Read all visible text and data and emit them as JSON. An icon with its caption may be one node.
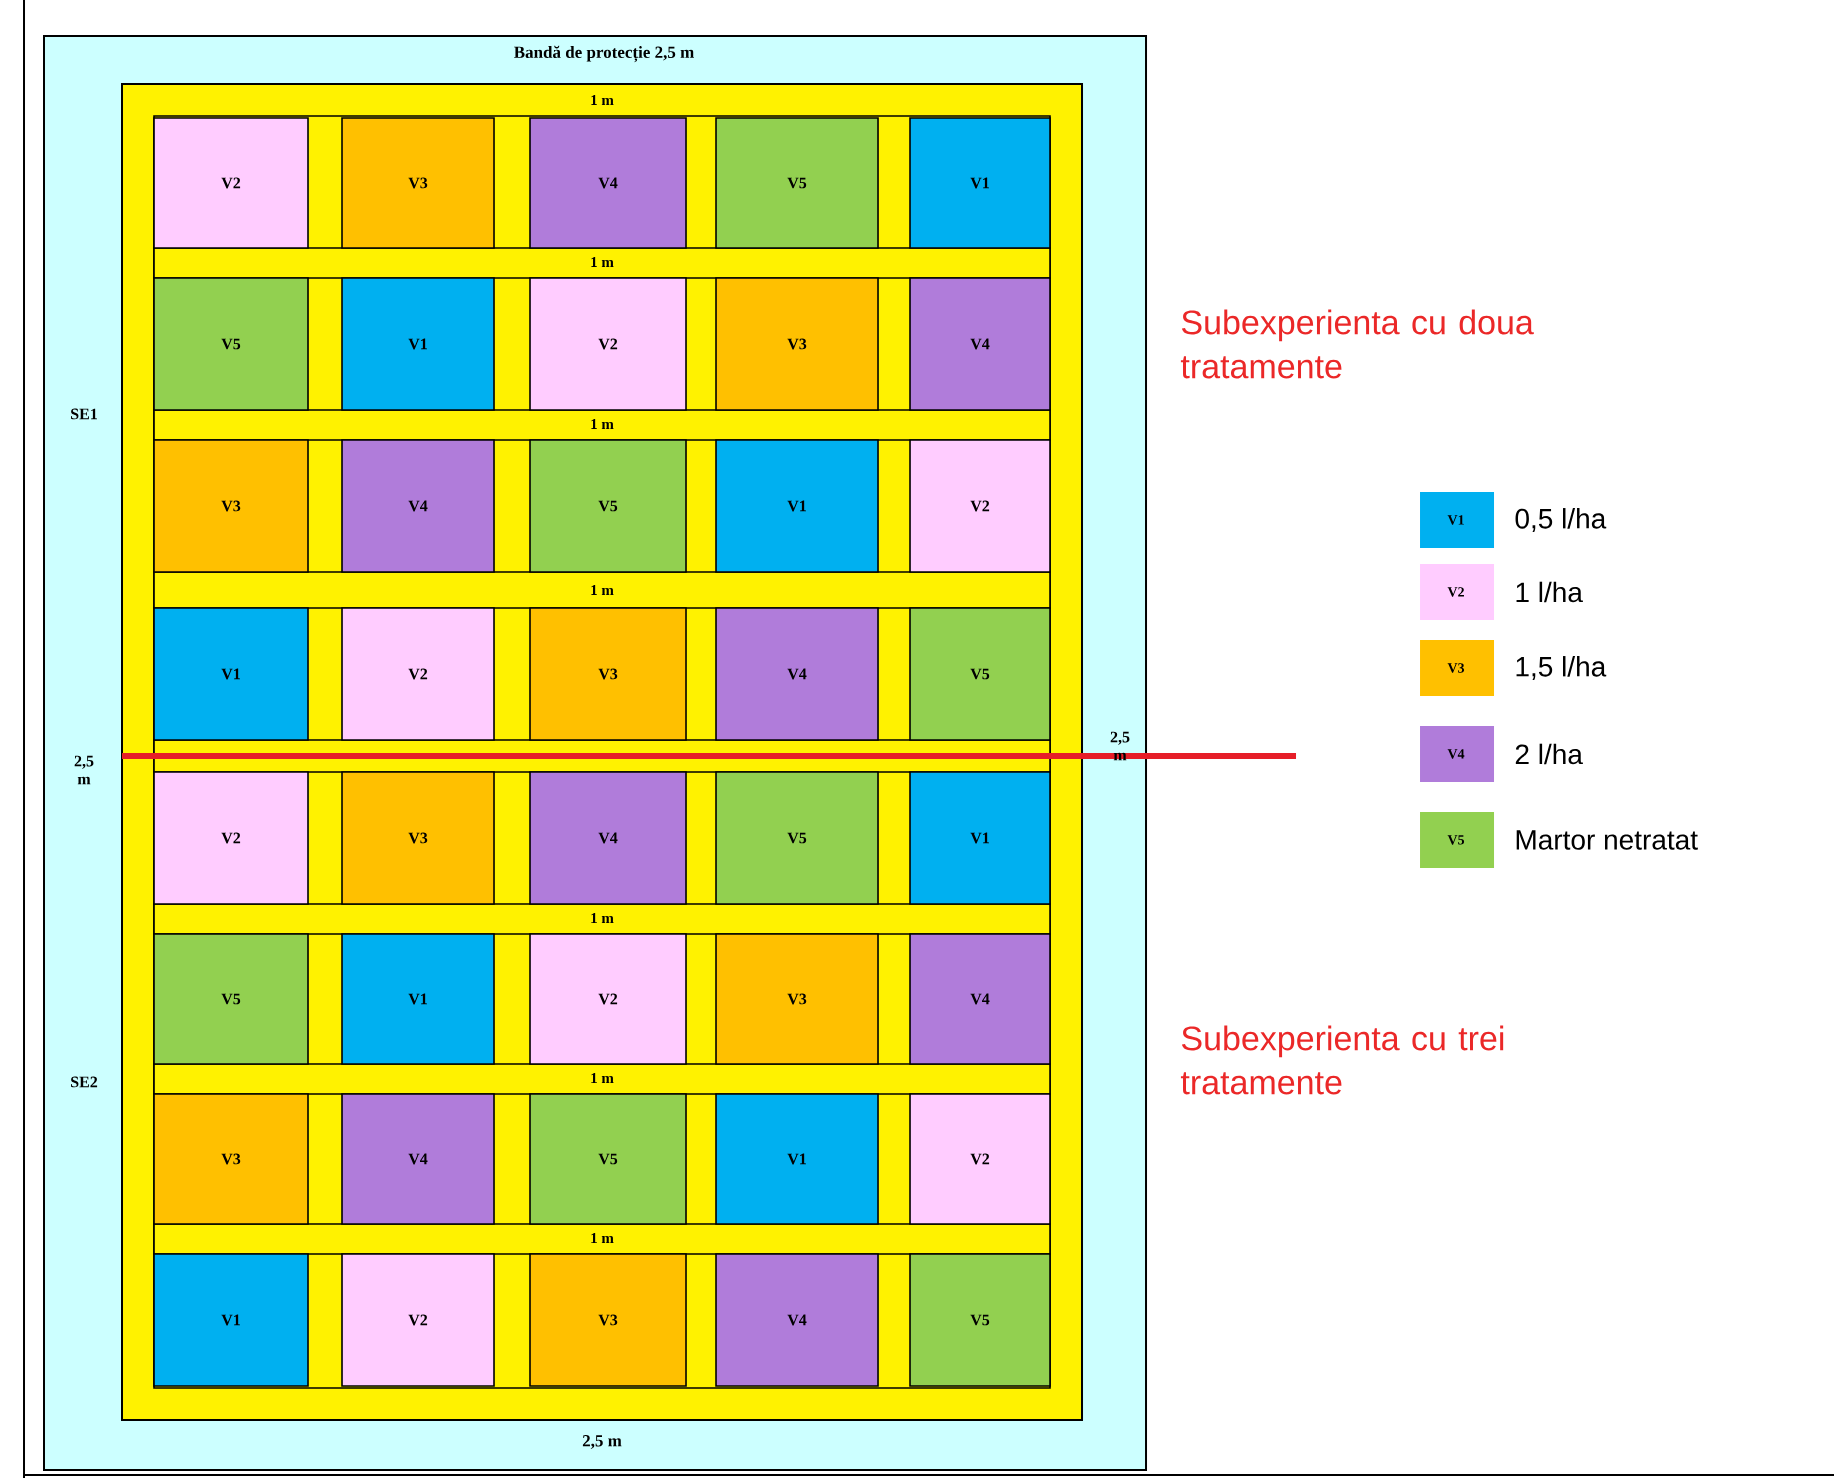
{
  "diagram": {
    "nodes": [
      {
        "text": [
          "V2"
        ]
      },
      {
        "text": [
          "V3"
        ]
      },
      {
        "text": [
          "V4"
        ]
      },
      {
        "text": [
          "V5"
        ]
      },
      {
        "text": [
          "V1"
        ]
      },
      {
        "text": [
          "V5"
        ]
      },
      {
        "text": [
          "V1"
        ]
      },
      {
        "text": [
          "V2"
        ]
      },
      {
        "text": [
          "V3"
        ]
      },
      {
        "text": [
          "V4"
        ]
      },
      {
        "text": [
          "V3"
        ]
      },
      {
        "text": [
          "V4"
        ]
      },
      {
        "text": [
          "V5"
        ]
      },
      {
        "text": [
          "V1"
        ]
      },
      {
        "text": [
          "V2"
        ]
      },
      {
        "text": [
          "V1"
        ]
      },
      {
        "text": [
          "V2"
        ]
      },
      {
        "text": [
          "V3"
        ]
      },
      {
        "text": [
          "V4"
        ]
      },
      {
        "text": [
          "V5"
        ]
      },
      {
        "text": [
          "V2"
        ]
      },
      {
        "text": [
          "V3"
        ]
      },
      {
        "text": [
          "V4"
        ]
      },
      {
        "text": [
          "V5"
        ]
      },
      {
        "text": [
          "V1"
        ]
      },
      {
        "text": [
          "V5"
        ]
      },
      {
        "text": [
          "V1"
        ]
      },
      {
        "text": [
          "V2"
        ]
      },
      {
        "text": [
          "V3"
        ]
      },
      {
        "text": [
          "V4"
        ]
      },
      {
        "text": [
          "V3"
        ]
      },
      {
        "text": [
          "V4"
        ]
      },
      {
        "text": [
          "V5"
        ]
      },
      {
        "text": [
          "V1"
        ]
      },
      {
        "text": [
          "V2"
        ]
      },
      {
        "text": [
          "V1"
        ]
      },
      {
        "text": [
          "V2"
        ]
      },
      {
        "text": [
          "V3"
        ]
      },
      {
        "text": [
          "V4"
        ]
      },
      {
        "text": [
          "V5"
        ]
      }
    ],
    "labels": [
      "Bandă de protecție 2,5 m",
      "1 m",
      "1 m",
      "Subexperienta cu doua tratamente",
      "SE1",
      "1 m",
      "V1",
      "V2",
      "1 m",
      "V3",
      "2,5 m",
      "2,5 m",
      "V4",
      "V5",
      "1 m",
      "Subexperienta cu trei tratamente",
      "SE2",
      "1 m",
      "1 m",
      "2,5 m"
    ],
    "legend": [
      {
        "text": "0,5 l/ha",
        "color": "#00b0f0"
      },
      {
        "text": "1 l/ha",
        "color": "#ffccff"
      },
      {
        "text": "1,5 l/ha",
        "color": "#ffc000"
      },
      {
        "text": "2 l/ha",
        "color": "#b07cda"
      },
      {
        "text": "Martor netratat",
        "color": "#92d050"
      }
    ]
  }
}
